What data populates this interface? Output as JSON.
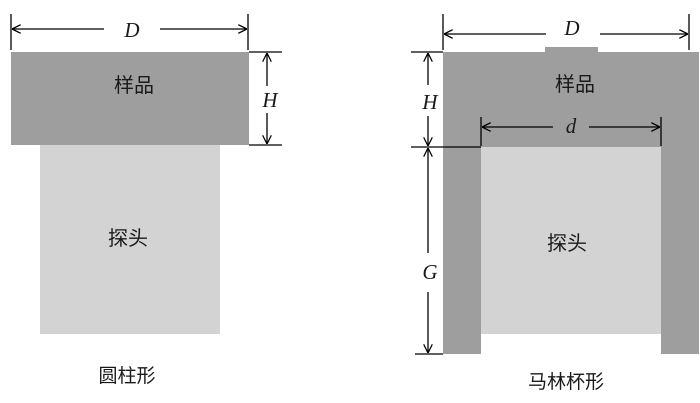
{
  "left_figure": {
    "sample_label": "样品",
    "probe_label": "探头",
    "caption": "圆柱形",
    "dim_D": "D",
    "dim_H": "H"
  },
  "right_figure": {
    "sample_label": "样品",
    "probe_label": "探头",
    "caption": "马林杯形",
    "dim_D": "D",
    "dim_H": "H",
    "dim_d": "d",
    "dim_G": "G"
  },
  "colors": {
    "sample": "#9e9e9e",
    "probe": "#d3d3d3",
    "line": "#000000",
    "background": "#ffffff"
  }
}
